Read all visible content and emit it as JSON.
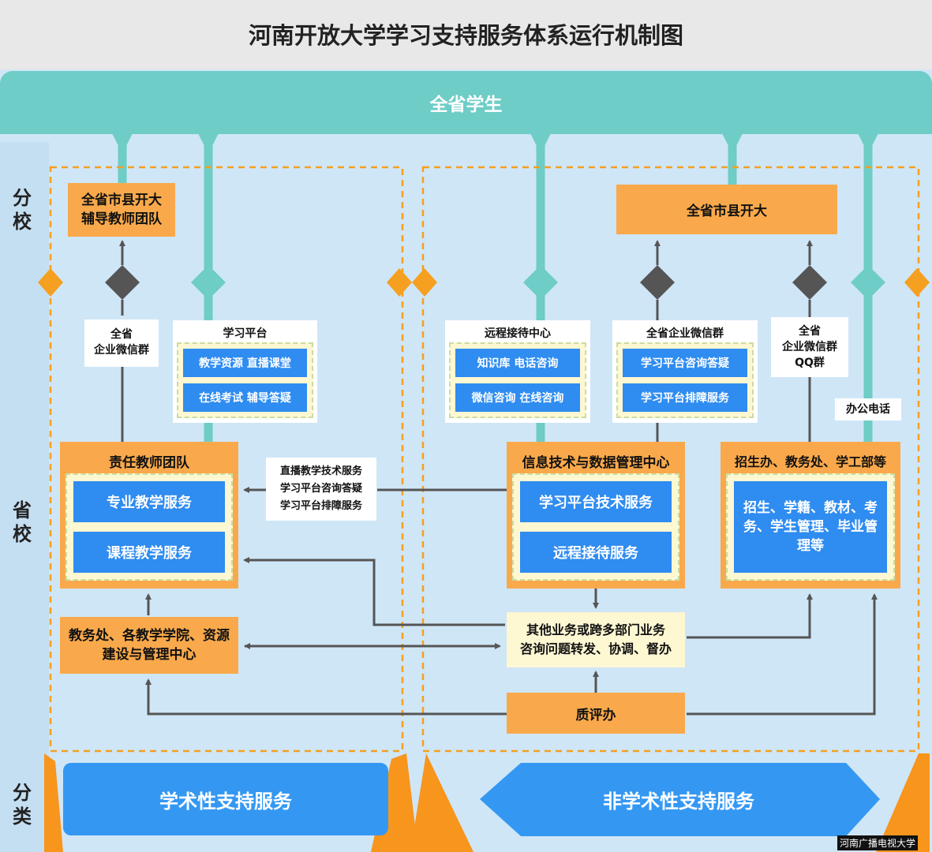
{
  "title": "河南开放大学学习支持服务体系运行机制图",
  "banner": "全省学生",
  "side_labels": {
    "branch": "分\n校",
    "province": "省\n校",
    "category": "分\n类"
  },
  "left": {
    "branch_team": "全省市县开大\n辅导教师团队",
    "wechat_label": "全省\n企业微信群",
    "platform": {
      "title": "学习平台",
      "items": [
        "教学资源  直播课堂",
        "在线考试  辅导答疑"
      ]
    },
    "teacher_team": {
      "title": "责任教师团队",
      "items": [
        "专业教学服务",
        "课程教学服务"
      ]
    },
    "academic_affairs": "教务处、各教学学院、资源\n建设与管理中心",
    "category": "学术性支持服务"
  },
  "middle": {
    "tech_services_note": "直播教学技术服务\n学习平台咨询答疑\n学习平台排障服务",
    "remote_center": {
      "title": "远程接待中心",
      "items": [
        "知识库  电话咨询",
        "微信咨询  在线咨询"
      ]
    },
    "it_center": {
      "title": "信息技术与数据管理中心",
      "items": [
        "学习平台技术服务",
        "远程接待服务"
      ]
    },
    "other_business": "其他业务或跨多部门业务\n咨询问题转发、协调、督办",
    "quality_office": "质评办"
  },
  "right": {
    "branch": "全省市县开大",
    "wechat_group": {
      "title": "全省企业微信群",
      "items": [
        "学习平台咨询答疑",
        "学习平台排障服务"
      ]
    },
    "wechat_qq": "全省\n企业微信群\nQQ群",
    "office_phone": "办公电话",
    "admissions": {
      "title": "招生办、教务处、学工部等",
      "body": "招生、学籍、教材、考\n务、学生管理、毕业管\n理等"
    },
    "category": "非学术性支持服务"
  },
  "watermark": "河南广播电视大学",
  "colors": {
    "teal": "#6ecdc6",
    "orange": "#f9a94b",
    "blue": "#2f8cf0",
    "cream": "#fdf7d2",
    "panel": "#cfe6f7",
    "arrow": "#555555",
    "dash": "#f5a020"
  }
}
